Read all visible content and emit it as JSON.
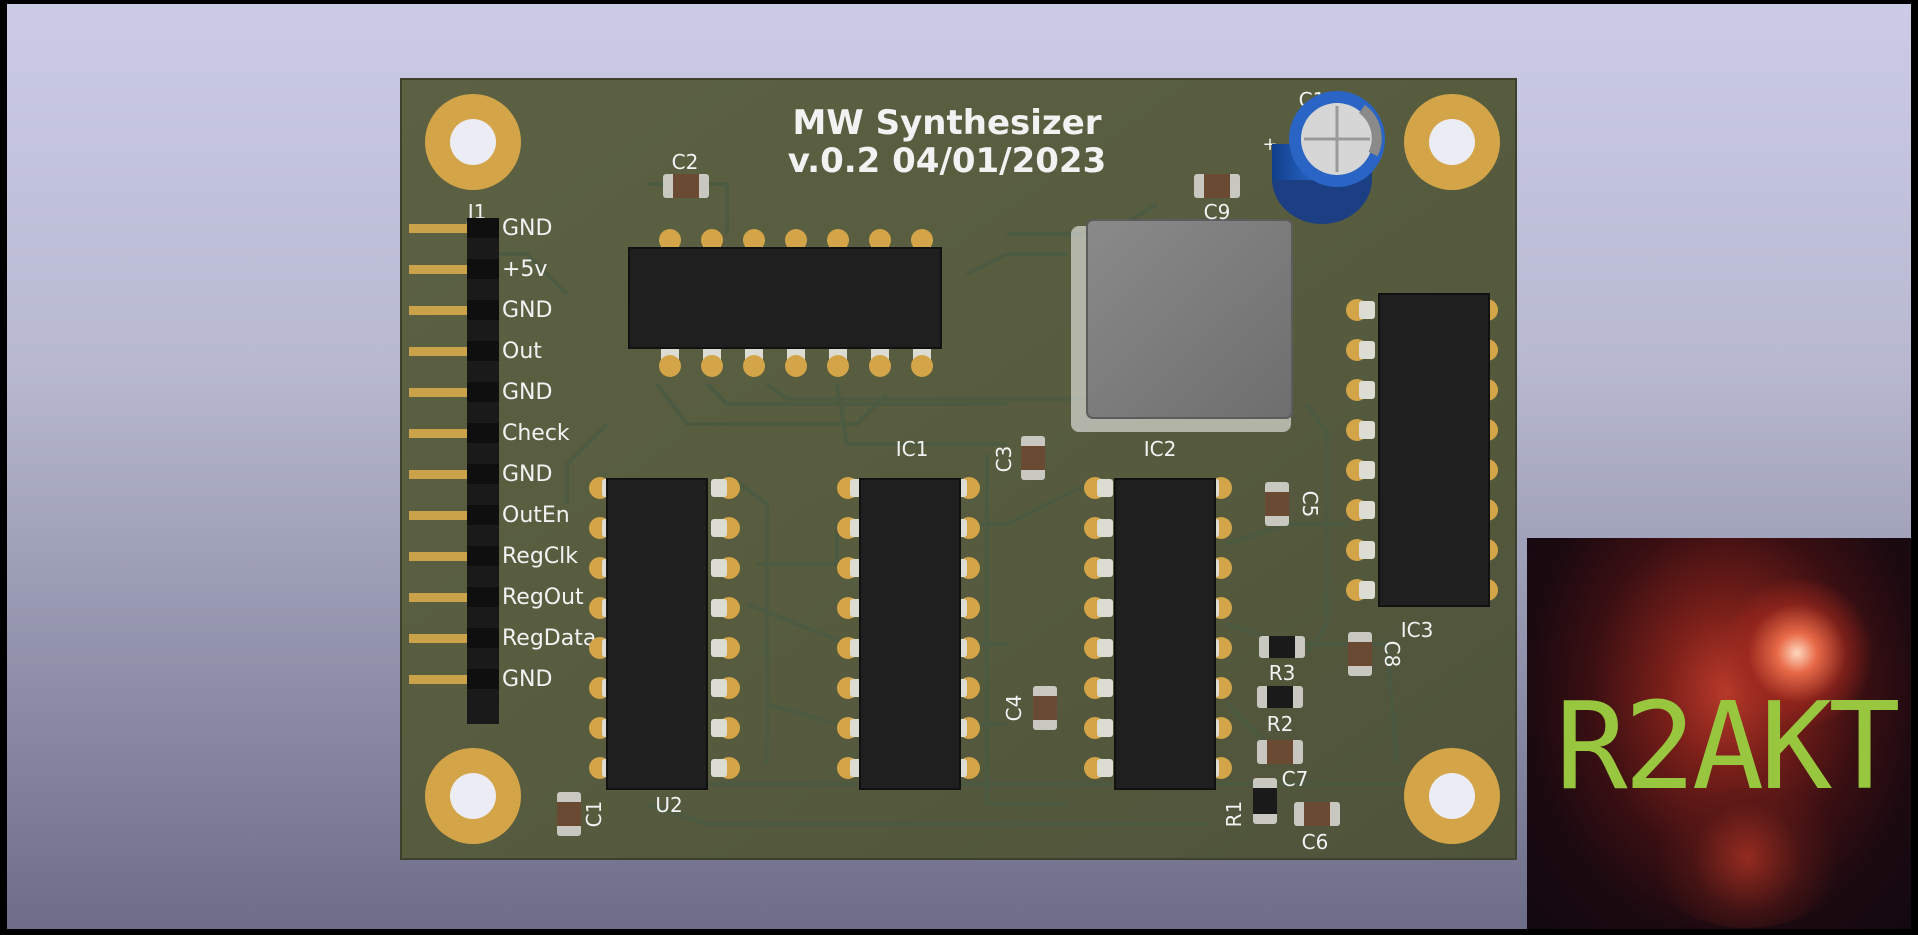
{
  "board": {
    "title": "MW Synthesizer",
    "version_line": "v.0.2 04/01/2023",
    "connector": {
      "ref": "J1",
      "pins": [
        "GND",
        "+5v",
        "GND",
        "Out",
        "GND",
        "Check",
        "GND",
        "OutEn",
        "RegClk",
        "RegOut",
        "RegData",
        "GND"
      ]
    },
    "refs": {
      "c1_top": "C1",
      "c1_bottom": "C1",
      "c2": "C2",
      "c3": "C3",
      "c4": "C4",
      "c5": "C5",
      "c6": "C6",
      "c7": "C7",
      "c8": "C8",
      "c9": "C9",
      "r1": "R1",
      "r2": "R2",
      "r3": "R3",
      "ic1": "IC1",
      "ic2": "IC2",
      "ic3": "IC3",
      "u2": "U2",
      "cap_polarity": "+"
    },
    "colors": {
      "board": "#5a5f42",
      "copper_pad": "#d4a545",
      "ic_body": "#1f1f1f",
      "pin": "#dcdcd2",
      "module": "#7d7d7d",
      "cap_blue": "#1e5bb5",
      "silk": "#f2f2f2"
    }
  },
  "logo": {
    "text": "R2AKT",
    "text_color": "#98c73f"
  }
}
